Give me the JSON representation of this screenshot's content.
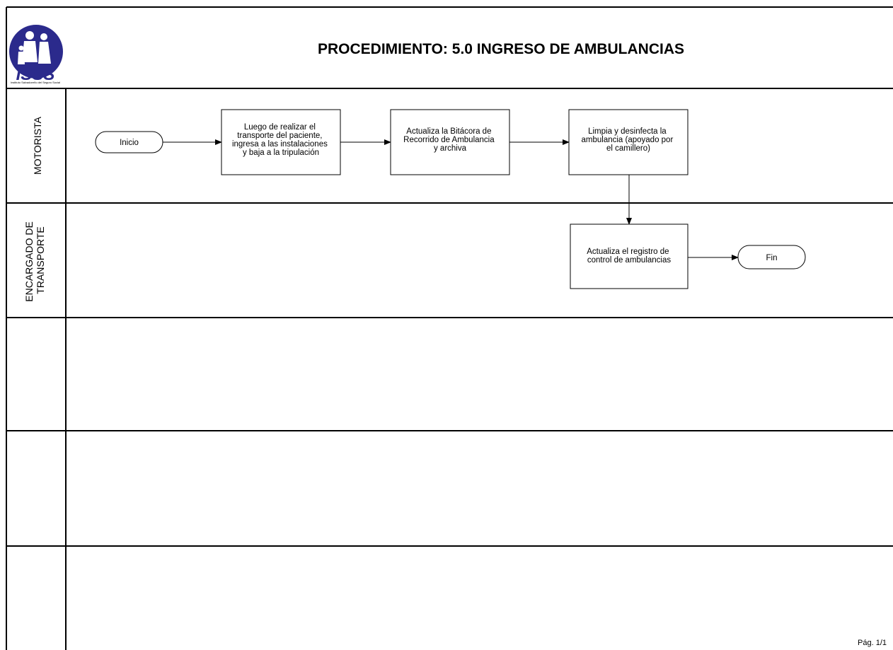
{
  "header": {
    "title": "PROCEDIMIENTO: 5.0 INGRESO DE AMBULANCIAS",
    "logo": {
      "acronym": "ISSS",
      "org_name": "Instituto Salvadoreño del Seguro Social"
    }
  },
  "lanes": [
    {
      "id": "lane-motorista",
      "label_lines": [
        "MOTORISTA"
      ]
    },
    {
      "id": "lane-encargado",
      "label_lines": [
        "ENCARGADO DE",
        "TRANSPORTE"
      ]
    },
    {
      "id": "lane-empty-1",
      "label_lines": []
    },
    {
      "id": "lane-empty-2",
      "label_lines": []
    },
    {
      "id": "lane-empty-3",
      "label_lines": []
    }
  ],
  "nodes": [
    {
      "id": "inicio",
      "type": "terminator",
      "lane": "lane-motorista",
      "lines": [
        "Inicio"
      ]
    },
    {
      "id": "paso1",
      "type": "process",
      "lane": "lane-motorista",
      "lines": [
        "Luego de realizar el",
        "transporte del paciente,",
        "ingresa a las instalaciones",
        "y baja a la tripulación"
      ]
    },
    {
      "id": "paso2",
      "type": "process",
      "lane": "lane-motorista",
      "lines": [
        "Actualiza la Bitácora de",
        "Recorrido de Ambulancia",
        "y archiva"
      ]
    },
    {
      "id": "paso3",
      "type": "process",
      "lane": "lane-motorista",
      "lines": [
        "Limpia y desinfecta la",
        "ambulancia (apoyado por",
        "el camillero)"
      ]
    },
    {
      "id": "paso4",
      "type": "process",
      "lane": "lane-encargado",
      "lines": [
        "Actualiza el registro de",
        "control de ambulancias"
      ]
    },
    {
      "id": "fin",
      "type": "terminator",
      "lane": "lane-encargado",
      "lines": [
        "Fin"
      ]
    }
  ],
  "edges": [
    {
      "from": "inicio",
      "to": "paso1"
    },
    {
      "from": "paso1",
      "to": "paso2"
    },
    {
      "from": "paso2",
      "to": "paso3"
    },
    {
      "from": "paso3",
      "to": "paso4"
    },
    {
      "from": "paso4",
      "to": "fin"
    }
  ],
  "footer": {
    "page": "Pág. 1/1"
  },
  "colors": {
    "line": "#000000",
    "logo": "#2b2a8c",
    "background": "#ffffff"
  }
}
